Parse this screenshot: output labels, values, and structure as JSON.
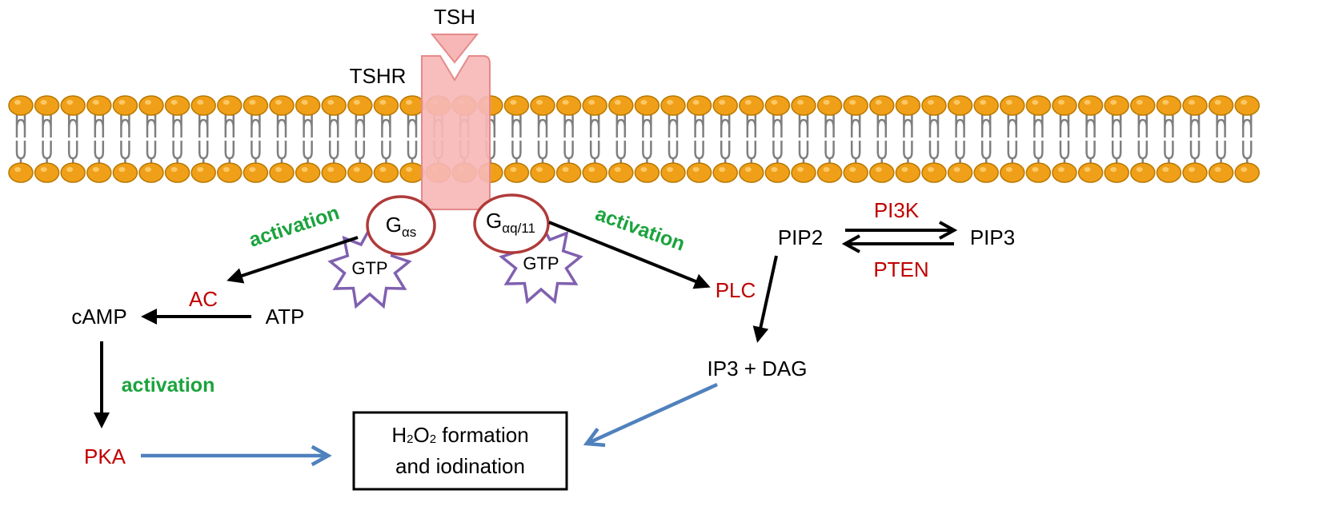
{
  "labels": {
    "tsh": "TSH",
    "tshr": "TSHR",
    "g_as_main": "G",
    "g_as_sub": "αs",
    "g_aq_main": "G",
    "g_aq_sub": "αq/11",
    "gtp_left": "GTP",
    "gtp_right": "GTP",
    "activation_left": "activation",
    "activation_right": "activation",
    "activation_camp": "activation",
    "ac": "AC",
    "camp": "cAMP",
    "atp": "ATP",
    "pka": "PKA",
    "plc": "PLC",
    "pip2": "PIP2",
    "pip3": "PIP3",
    "pi3k": "PI3K",
    "pten": "PTEN",
    "ip3_dag": "IP3 + DAG",
    "box_line1_h": "H",
    "box_line1_sub2a": "2",
    "box_line1_o": "O",
    "box_line1_sub2b": "2",
    "box_line1_rest": " formation",
    "box_line2": "and iodination"
  },
  "colors": {
    "lipid_head": "#F0A018",
    "lipid_head_stroke": "#B87800",
    "lipid_tail": "#7F7F7F",
    "receptor_fill": "#F7B7B7",
    "receptor_stroke": "#E58A8A",
    "g_protein_ring": "#B03A3A",
    "gtp_star": "#8060B0",
    "activation_green": "#1AA33C",
    "enzyme_red": "#C00000",
    "black_arrow": "#000000",
    "blue_arrow": "#4F81BD"
  }
}
